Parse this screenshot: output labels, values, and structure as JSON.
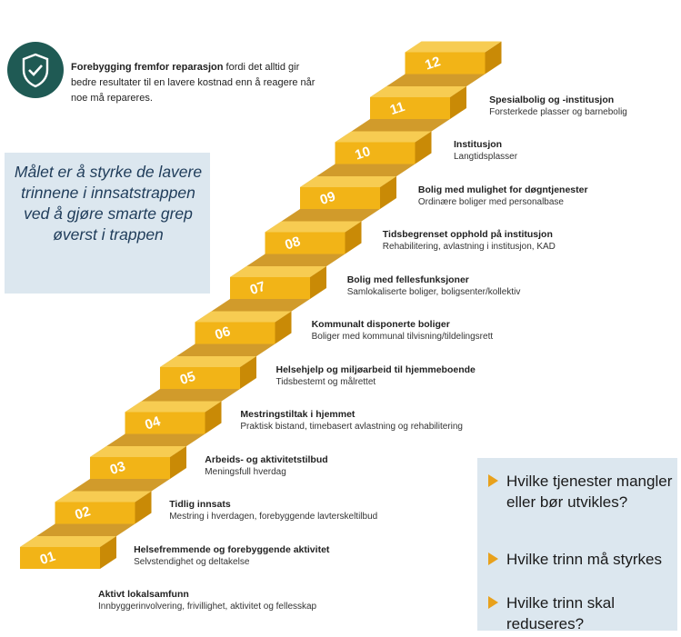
{
  "info": {
    "bold": "Forebygging fremfor reparasjon",
    "rest": " fordi det alltid gir bedre resultater til en lavere kostnad enn å reagere når noe må repareres.",
    "icon": "shield-check-icon"
  },
  "goal_text": "Målet er å styrke de lavere trinnene i innsatstrappen ved å gjøre smarte grep øverst i trappen",
  "questions": [
    "Hvilke tjenester mangler eller bør utvikles?",
    "Hvilke trinn må styrkes",
    "Hvilke trinn skal reduseres?"
  ],
  "colors": {
    "step_face": "#f2b417",
    "step_top": "#f7cc52",
    "step_side": "#c98a06",
    "accent": "#e8a11c",
    "shield": "#1f5a54",
    "box_bg": "#dce7ef"
  },
  "steps": [
    {
      "num": "01",
      "title": "Aktivt lokalsamfunn",
      "sub": "Innbyggerinvolvering, frivillighet, aktivitet og fellesskap"
    },
    {
      "num": "02",
      "title": "Helsefremmende og forebyggende aktivitet",
      "sub": "Selvstendighet og deltakelse"
    },
    {
      "num": "03",
      "title": "Tidlig innsats",
      "sub": "Mestring i hverdagen, forebyggende lavterskeltilbud"
    },
    {
      "num": "04",
      "title": "Arbeids- og aktivitetstilbud",
      "sub": "Meningsfull hverdag"
    },
    {
      "num": "05",
      "title": "Mestringstiltak i hjemmet",
      "sub": "Praktisk bistand, timebasert avlastning og rehabilitering"
    },
    {
      "num": "06",
      "title": "Helsehjelp og miljøarbeid til hjemmeboende",
      "sub": "Tidsbestemt og målrettet"
    },
    {
      "num": "07",
      "title": "Kommunalt disponerte boliger",
      "sub": "Boliger med kommunal tilvisning/tildelingsrett"
    },
    {
      "num": "08",
      "title": "Bolig med fellesfunksjoner",
      "sub": "Samlokaliserte boliger, boligsenter/kollektiv"
    },
    {
      "num": "09",
      "title": "Tidsbegrenset opphold på institusjon",
      "sub": "Rehabilitering, avlastning i institusjon, KAD"
    },
    {
      "num": "10",
      "title": "Bolig med mulighet for døgntjenester",
      "sub": "Ordinære boliger med personalbase"
    },
    {
      "num": "11",
      "title": "Institusjon",
      "sub": "Langtidsplasser"
    },
    {
      "num": "12",
      "title": "Spesialbolig og -institusjon",
      "sub": "Forsterkede plasser og barnebolig"
    }
  ]
}
